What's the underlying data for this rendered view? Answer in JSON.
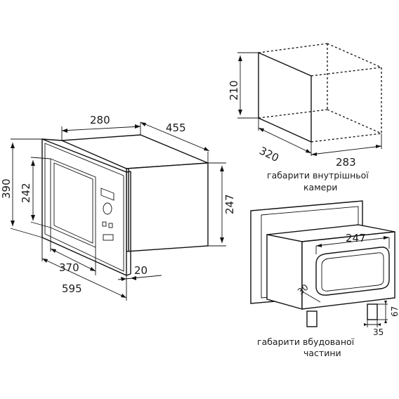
{
  "dimensions": {
    "oven_depth": "280",
    "oven_body_depth": "455",
    "oven_height": "390",
    "door_window_height": "242",
    "body_height": "247",
    "window_width": "370",
    "oven_width": "595",
    "front_frame_offset": "20",
    "cavity_height": "210",
    "cavity_depth": "320",
    "cavity_width": "283",
    "built_in_width": "247",
    "built_in_foot_offset": "30",
    "built_in_foot_width": "35",
    "built_in_foot_height": "67"
  },
  "captions": {
    "cavity_line1": "габарити внутрішньої",
    "cavity_line2": "камери",
    "built_in_line1": "габарити вбудованої",
    "built_in_line2": "частини"
  }
}
